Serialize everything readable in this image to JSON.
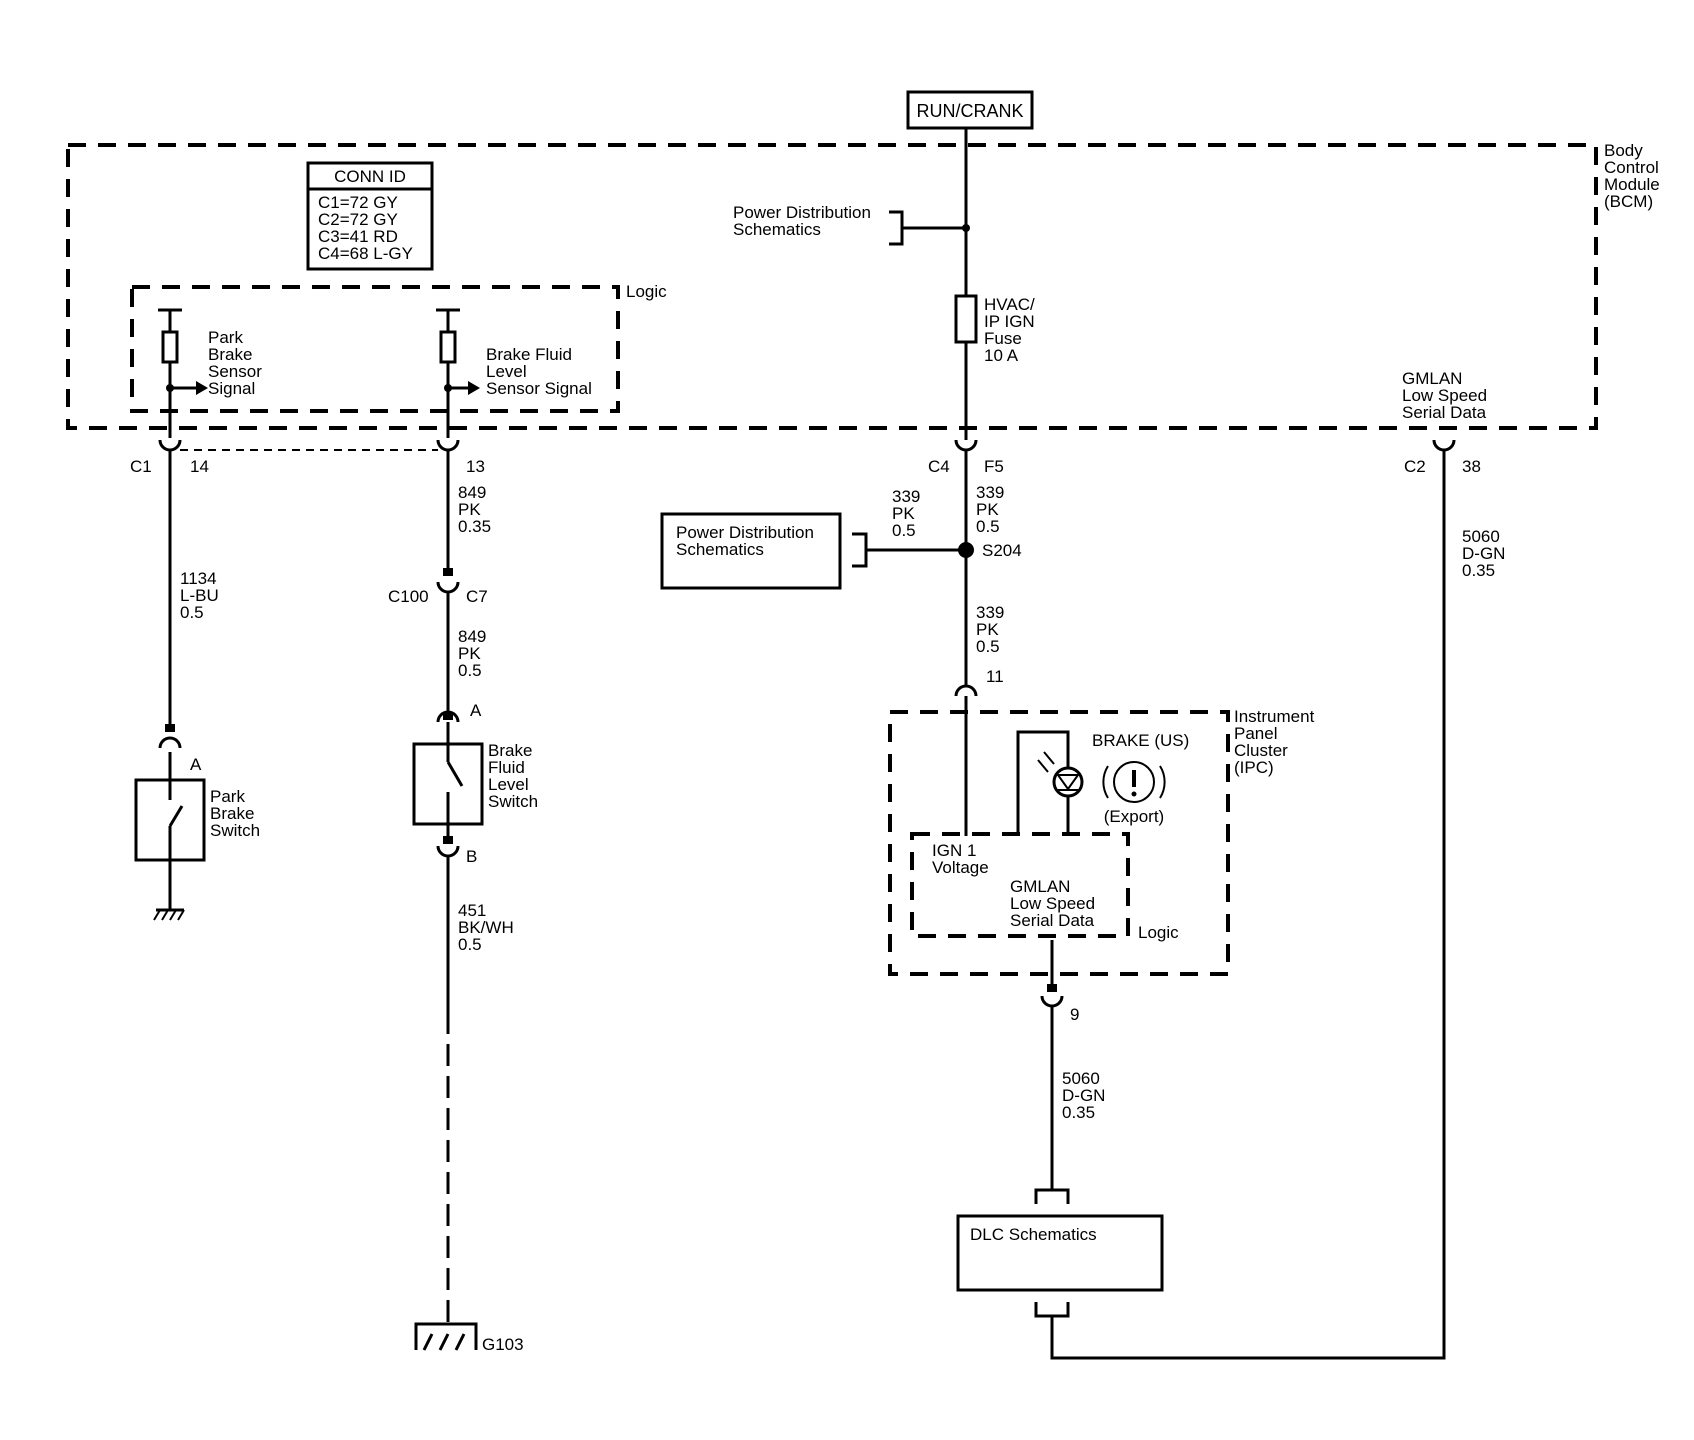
{
  "power": {
    "run_crank": "RUN/CRANK"
  },
  "bcm": {
    "label": [
      "Body",
      "Control",
      "Module",
      "(BCM)"
    ],
    "conn_id": {
      "title": "CONN ID",
      "lines": [
        "C1=72 GY",
        "C2=72 GY",
        "C3=41 RD",
        "C4=68 L-GY"
      ]
    },
    "logic": "Logic",
    "park_sensor": [
      "Park",
      "Brake",
      "Sensor",
      "Signal"
    ],
    "fluid_sensor": [
      "Brake Fluid",
      "Level",
      "Sensor Signal"
    ],
    "power_dist": [
      "Power Distribution",
      "Schematics"
    ],
    "fuse": [
      "HVAC/",
      "IP IGN",
      "Fuse",
      "10 A"
    ],
    "gmlan": [
      "GMLAN",
      "Low Speed",
      "Serial Data"
    ]
  },
  "pins": {
    "c1": "C1",
    "c1_pin": "14",
    "c1_13": "13",
    "c4": "C4",
    "c4_pin": "F5",
    "c2": "C2",
    "c2_pin": "38",
    "c100": "C100",
    "c7": "C7",
    "sw_a1": "A",
    "sw_a2": "A",
    "sw_b": "B",
    "ipc_11": "11",
    "ipc_9": "9"
  },
  "wires": {
    "w1134": [
      "1134",
      "L-BU",
      "0.5"
    ],
    "w849a": [
      "849",
      "PK",
      "0.35"
    ],
    "w849b": [
      "849",
      "PK",
      "0.5"
    ],
    "w451": [
      "451",
      "BK/WH",
      "0.5"
    ],
    "w339a": [
      "339",
      "PK",
      "0.5"
    ],
    "w339b": [
      "339",
      "PK",
      "0.5"
    ],
    "w339c": [
      "339",
      "PK",
      "0.5"
    ],
    "w5060a": [
      "5060",
      "D-GN",
      "0.35"
    ],
    "w5060b": [
      "5060",
      "D-GN",
      "0.35"
    ]
  },
  "splice": "S204",
  "power_dist_box": [
    "Power Distribution",
    "Schematics"
  ],
  "park_switch": [
    "Park",
    "Brake",
    "Switch"
  ],
  "fluid_switch": [
    "Brake",
    "Fluid",
    "Level",
    "Switch"
  ],
  "ground": "G103",
  "ipc": {
    "label": [
      "Instrument",
      "Panel",
      "Cluster",
      "(IPC)"
    ],
    "brake": "BRAKE (US)",
    "export": "(Export)",
    "ign": [
      "IGN 1",
      "Voltage"
    ],
    "gmlan": [
      "GMLAN",
      "Low Speed",
      "Serial Data"
    ],
    "logic": "Logic"
  },
  "dlc": "DLC Schematics"
}
